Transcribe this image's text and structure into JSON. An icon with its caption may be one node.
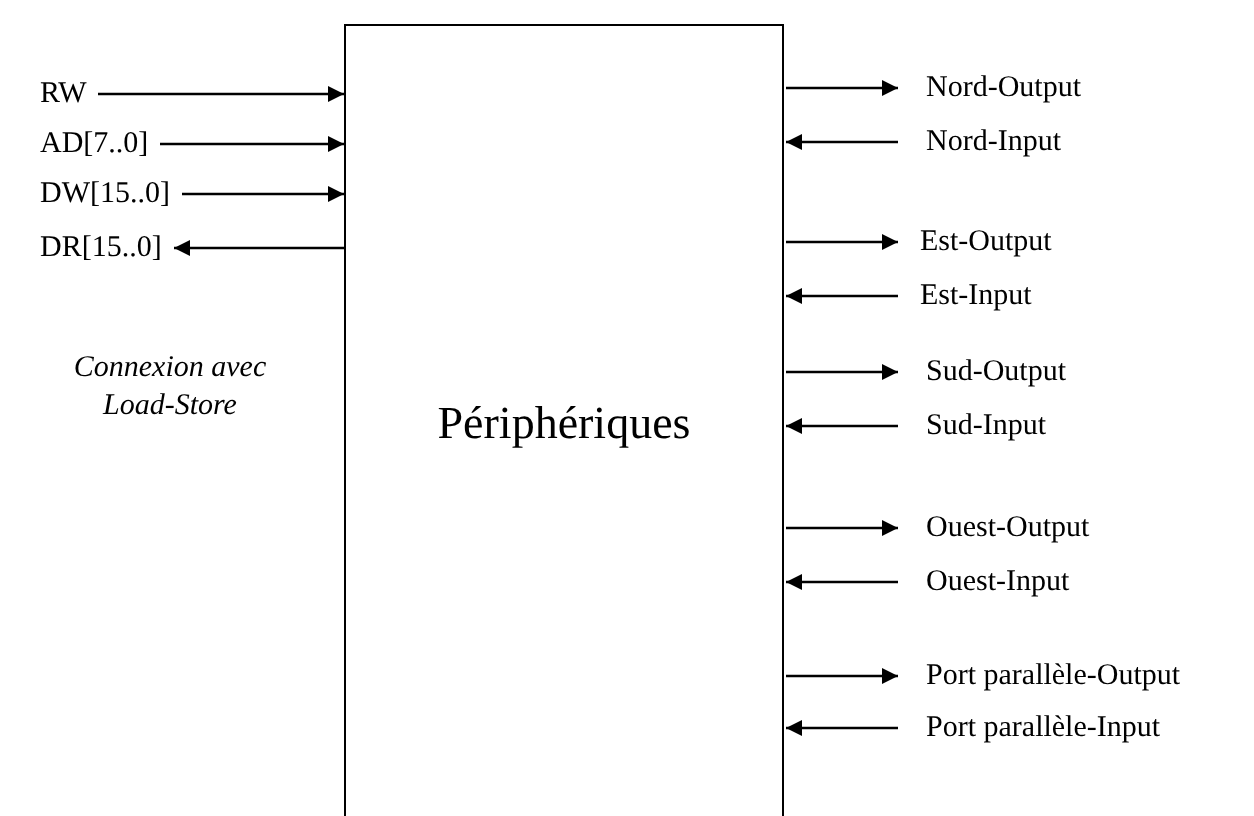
{
  "diagram": {
    "nodes": [
      {
        "text": [
          "Périphériques"
        ]
      },
      {
        "text": [
          "RW"
        ]
      },
      {
        "text": [
          "AD[7..0]"
        ]
      },
      {
        "text": [
          "DW[15..0]"
        ]
      },
      {
        "text": [
          "DR[15..0]"
        ]
      },
      {
        "text": [
          "Nord-Output"
        ]
      },
      {
        "text": [
          "Nord-Input"
        ]
      },
      {
        "text": [
          "Est-Output"
        ]
      },
      {
        "text": [
          "Est-Input"
        ]
      },
      {
        "text": [
          "Sud-Output"
        ]
      },
      {
        "text": [
          "Sud-Input"
        ]
      },
      {
        "text": [
          "Ouest-Output"
        ]
      },
      {
        "text": [
          "Ouest-Input"
        ]
      },
      {
        "text": [
          "Port parallèle-Output"
        ]
      },
      {
        "text": [
          "Port parallèle-Input"
        ]
      }
    ],
    "edges": [
      {
        "from": 1,
        "to": 0,
        "arrow": "to"
      },
      {
        "from": 2,
        "to": 0,
        "arrow": "to"
      },
      {
        "from": 3,
        "to": 0,
        "arrow": "to"
      },
      {
        "from": 0,
        "to": 4,
        "arrow": "to"
      },
      {
        "from": 0,
        "to": 5,
        "arrow": "to"
      },
      {
        "from": 6,
        "to": 0,
        "arrow": "to"
      },
      {
        "from": 0,
        "to": 7,
        "arrow": "to"
      },
      {
        "from": 8,
        "to": 0,
        "arrow": "to"
      },
      {
        "from": 0,
        "to": 9,
        "arrow": "to"
      },
      {
        "from": 10,
        "to": 0,
        "arrow": "to"
      },
      {
        "from": 0,
        "to": 11,
        "arrow": "to"
      },
      {
        "from": 12,
        "to": 0,
        "arrow": "to"
      },
      {
        "from": 0,
        "to": 13,
        "arrow": "to"
      },
      {
        "from": 14,
        "to": 0,
        "arrow": "to"
      }
    ],
    "labels": [
      "Connexion avec Load-Store"
    ]
  }
}
